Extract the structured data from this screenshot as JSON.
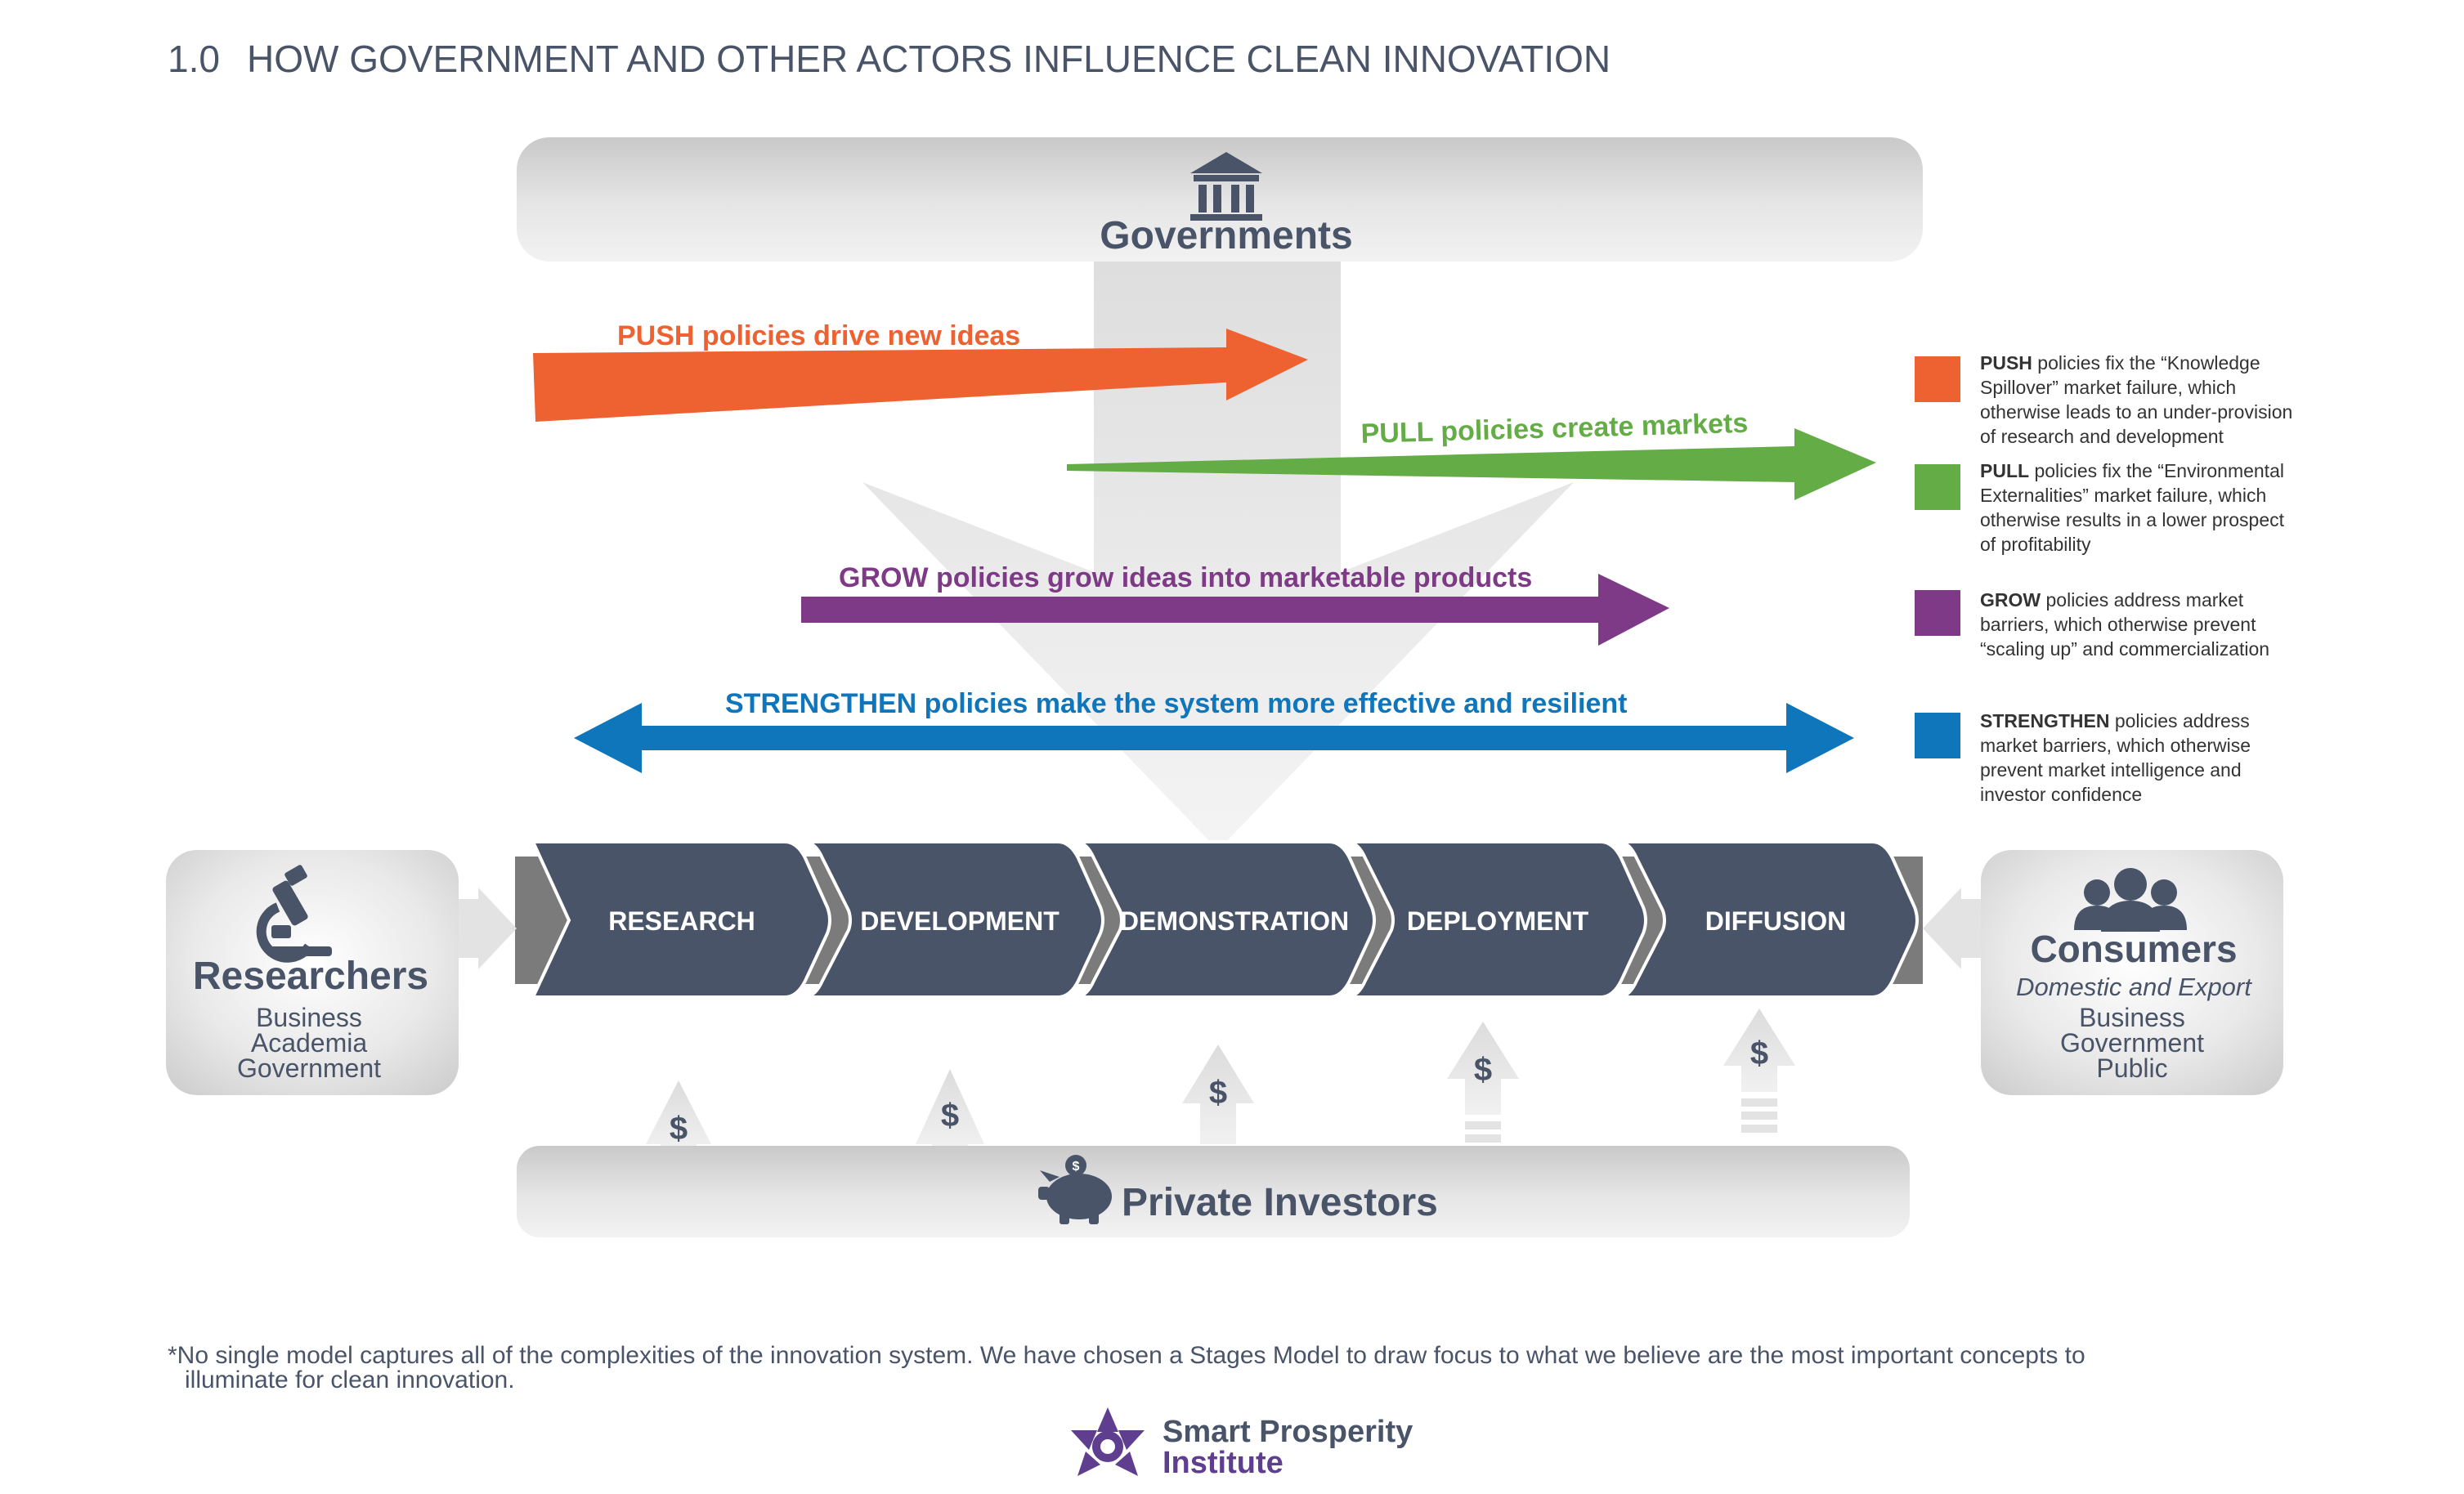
{
  "title": {
    "number": "1.0",
    "text": "HOW GOVERNMENT AND OTHER ACTORS INFLUENCE CLEAN INNOVATION"
  },
  "governments": {
    "label": "Governments",
    "icon": "government-building-icon"
  },
  "policies": {
    "push": "PUSH policies drive new ideas",
    "pull": "PULL policies create markets",
    "grow": "GROW policies grow ideas into marketable products",
    "strengthen": "STRENGTHEN policies make the system more effective and resilient"
  },
  "legend": [
    {
      "key": "PUSH",
      "color": "#ee6131",
      "lines": [
        "policies fix the “Knowledge",
        "Spillover” market failure, which",
        "otherwise leads to an under-provision",
        "of research and development"
      ]
    },
    {
      "key": "PULL",
      "color": "#63ac46",
      "lines": [
        "policies fix the “Environmental",
        "Externalities” market failure, which",
        "otherwise results in a lower prospect",
        "of profitability"
      ]
    },
    {
      "key": "GROW",
      "color": "#7e3a87",
      "lines": [
        "policies address market",
        "barriers, which otherwise prevent",
        "“scaling up” and commercialization"
      ]
    },
    {
      "key": "STRENGTHEN",
      "color": "#0f76bb",
      "lines": [
        "policies address",
        "market barriers, which otherwise",
        "prevent market intelligence and",
        "investor confidence"
      ]
    }
  ],
  "stages": [
    "RESEARCH",
    "DEVELOPMENT",
    "DEMONSTRATION",
    "DEPLOYMENT",
    "DIFFUSION"
  ],
  "researchers": {
    "label": "Researchers",
    "lines": [
      "Business",
      "Academia",
      "Government"
    ],
    "icon": "microscope-icon"
  },
  "consumers": {
    "label": "Consumers",
    "subtitle": "Domestic and Export",
    "lines": [
      "Business",
      "Government",
      "Public"
    ],
    "icon": "people-icon"
  },
  "investors": {
    "label": "Private Investors",
    "icon": "piggy-bank-icon",
    "dollar": "$"
  },
  "footnote": {
    "line1": "*No single model captures all of the complexities of the innovation system. We have chosen a Stages Model to draw focus to what we believe are the most important concepts to",
    "line2": "illuminate for clean innovation."
  },
  "logo": {
    "line1": "Smart Prosperity",
    "line2": "Institute",
    "color": "#5f3e8f"
  },
  "colors": {
    "push": "#ee6131",
    "pull": "#63ac46",
    "grow": "#7e3a87",
    "strengthen": "#0f76bb",
    "stage": "#4a5469",
    "text": "#4a5469"
  }
}
